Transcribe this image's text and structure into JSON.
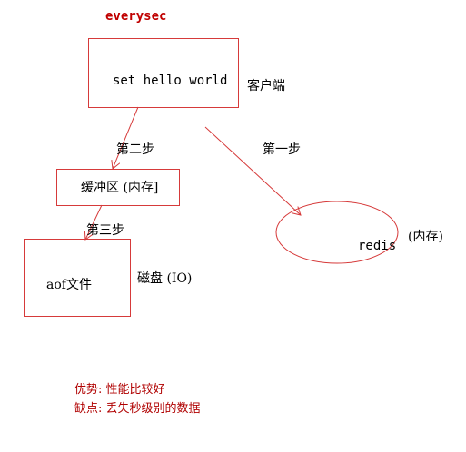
{
  "diagram": {
    "policy_label": "everysec",
    "client_box_text": "set hello  world",
    "client_label": "客户端",
    "buffer_box_text": "缓冲区 (内存]",
    "aof_box_text": "aof文件",
    "disk_label": "磁盘 (IO)",
    "redis_label": "redis",
    "redis_memory_label": "(内存)",
    "step1_label": "第一步",
    "step2_label": "第二步",
    "step3_label": "第三步",
    "advantage_text": "优势: 性能比较好",
    "disadvantage_text": "缺点: 丢失秒级别的数据",
    "colors": {
      "shape_stroke": "#d63a3a",
      "policy_text": "#c00000",
      "notes_text": "#b00000"
    }
  }
}
